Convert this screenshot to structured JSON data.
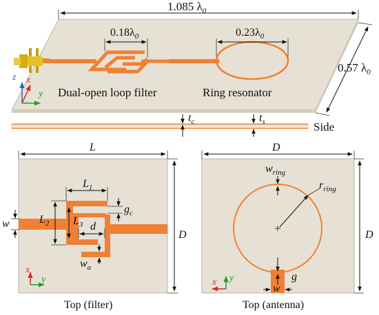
{
  "colors": {
    "substrate": "#e6e1d4",
    "substrate_edge": "#b9b3a4",
    "trace": "#f08034",
    "connector": "#e5c229",
    "axis_x": "#d52a2a",
    "axis_y": "#18a02a",
    "axis_z": "#2a5bd5",
    "dimension_lines": "#111111"
  },
  "top_view_3d": {
    "length_label": "1.085 λ",
    "length_sub": "0",
    "width_label": "0.57 λ",
    "width_sub": "0",
    "filter_dim": "0.18λ",
    "filter_dim_sub": "0",
    "ring_dim": "0.23λ",
    "ring_dim_sub": "0",
    "filter_label": "Dual-open loop filter",
    "ring_label": "Ring resonator",
    "axes": {
      "z": "z",
      "x": "x",
      "y": "y"
    }
  },
  "side_view": {
    "label": "Side",
    "t_c": "t",
    "t_c_sub": "c",
    "t_s": "t",
    "t_s_sub": "s"
  },
  "filter_view": {
    "caption": "Top (filter)",
    "L": "L",
    "D": "D",
    "L1": "L",
    "L1_sub": "1",
    "L2": "L",
    "L2_sub": "2",
    "L3": "L",
    "L3_sub": "3",
    "w": "w",
    "d": "d",
    "g": "g",
    "g_sub": "c",
    "wa": "w",
    "wa_sub": "a",
    "axes": {
      "x": "x",
      "y": "y"
    }
  },
  "antenna_view": {
    "caption": "Top (antenna)",
    "D_top": "D",
    "D_side": "D",
    "w_ring": "w",
    "w_ring_sub": "ring",
    "r_ring": "r",
    "r_ring_sub": "ring",
    "g": "g",
    "w": "w",
    "axes": {
      "x": "x",
      "y": "y"
    }
  }
}
